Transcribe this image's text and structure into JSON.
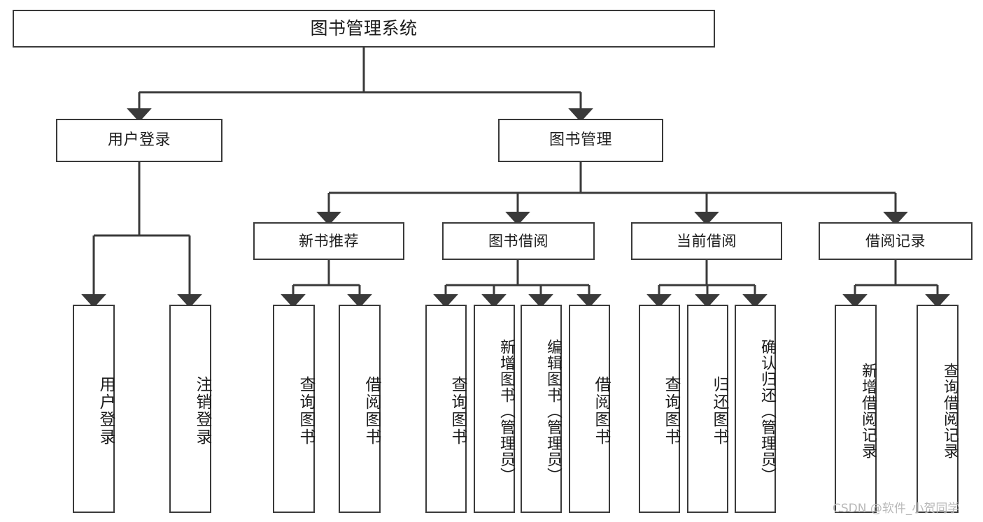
{
  "diagram": {
    "type": "tree-hierarchy",
    "title": "图书管理系统",
    "orientation": "top-down",
    "colors": {
      "box_border": "#3a3a3a",
      "box_fill": "#ffffff",
      "connector": "#3a3a3a",
      "text": "#1c1c1c",
      "watermark": "#b9b9b9",
      "canvas": "#ffffff"
    },
    "nodes": {
      "root": {
        "label": "图书管理系统",
        "level": 0
      },
      "level1": [
        {
          "id": "user-login",
          "label": "用户登录"
        },
        {
          "id": "book-management",
          "label": "图书管理"
        }
      ],
      "level2": [
        {
          "id": "new-book-recommend",
          "label": "新书推荐",
          "parent": "book-management"
        },
        {
          "id": "book-borrow",
          "label": "图书借阅",
          "parent": "book-management"
        },
        {
          "id": "current-borrow",
          "label": "当前借阅",
          "parent": "book-management"
        },
        {
          "id": "borrow-record",
          "label": "借阅记录",
          "parent": "book-management"
        }
      ],
      "leaves": [
        {
          "id": "leaf-user-login",
          "label": "用户登录",
          "parent": "user-login"
        },
        {
          "id": "leaf-logout-login",
          "label": "注销登录",
          "parent": "user-login"
        },
        {
          "id": "leaf-query-book-1",
          "label": "查询图书",
          "parent": "new-book-recommend"
        },
        {
          "id": "leaf-borrow-book-1",
          "label": "借阅图书",
          "parent": "new-book-recommend"
        },
        {
          "id": "leaf-query-book-2",
          "label": "查询图书",
          "parent": "book-borrow"
        },
        {
          "id": "leaf-add-book",
          "label": "新增图书（管理员）",
          "parent": "book-borrow"
        },
        {
          "id": "leaf-edit-book",
          "label": "编辑图书（管理员）",
          "parent": "book-borrow"
        },
        {
          "id": "leaf-borrow-book-2",
          "label": "借阅图书",
          "parent": "book-borrow"
        },
        {
          "id": "leaf-query-book-3",
          "label": "查询图书",
          "parent": "current-borrow"
        },
        {
          "id": "leaf-return-book",
          "label": "归还图书",
          "parent": "current-borrow"
        },
        {
          "id": "leaf-confirm-return",
          "label": "确认归还（管理员）",
          "parent": "current-borrow"
        },
        {
          "id": "leaf-add-record",
          "label": "新增借阅记录",
          "parent": "borrow-record"
        },
        {
          "id": "leaf-query-record",
          "label": "查询借阅记录",
          "parent": "borrow-record"
        }
      ]
    },
    "watermark": "CSDN @软件_小贺同学"
  }
}
